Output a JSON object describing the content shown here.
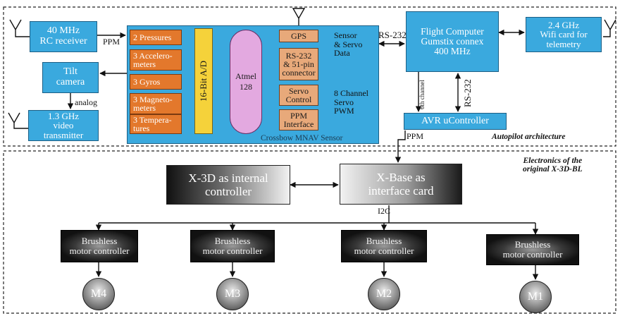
{
  "sections": {
    "autopilot": "Autopilot architecture",
    "electronics_line1": "Electronics of the",
    "electronics_line2": "original X-3D-BL"
  },
  "left_blocks": {
    "rc_receiver": "40 MHz\nRC receiver",
    "tilt_camera": "Tilt\ncamera",
    "video_tx": "1.3 GHz\nvideo\ntransmitter"
  },
  "mnav": {
    "caption": "Crossbow MNAV Sensor",
    "sensors": [
      "2 Pressures",
      "3 Accelero-\nmeters",
      "3 Gyros",
      "3 Magneto-\nmeters",
      "3 Tempera-\ntures"
    ],
    "adc": "16-Bit A/D",
    "mcu": "Atmel\n128",
    "modules": [
      "GPS",
      "RS-232\n& 51-pin\nconnector",
      "Servo\nControl",
      "PPM\nInterface"
    ],
    "sensor_servo_data": "Sensor\n& Servo\nData",
    "servo_pwm": "8 Channel\nServo\nPWM"
  },
  "right_blocks": {
    "flight_computer": "Flight Computer\nGumstix connex\n400 MHz",
    "wifi": "2.4 GHz\nWifi card for\ntelemetry",
    "avr": "AVR uController"
  },
  "links": {
    "ppm_rc": "PPM",
    "analog": "analog",
    "rs232_top": "RS-232",
    "rs232_vert": "RS-232",
    "sixth_channel": "6th channel",
    "ppm_avr": "PPM",
    "i2c": "I2C"
  },
  "x3d": {
    "internal": "X-3D as internal\ncontroller",
    "base": "X-Base as\ninterface card"
  },
  "motor_controllers": [
    "Brushless\nmotor controller",
    "Brushless\nmotor controller",
    "Brushless\nmotor controller",
    "Brushless\nmotor controller"
  ],
  "motors": [
    "M4",
    "M3",
    "M2",
    "M1"
  ],
  "colors": {
    "blue": "#3aa9de",
    "orange": "#e3782c",
    "yellow": "#f5d23a",
    "pink": "#e3a9e0",
    "tan": "#e8a97a"
  },
  "icons": [
    "antenna-icon",
    "antenna-icon",
    "antenna-icon",
    "antenna-icon"
  ]
}
